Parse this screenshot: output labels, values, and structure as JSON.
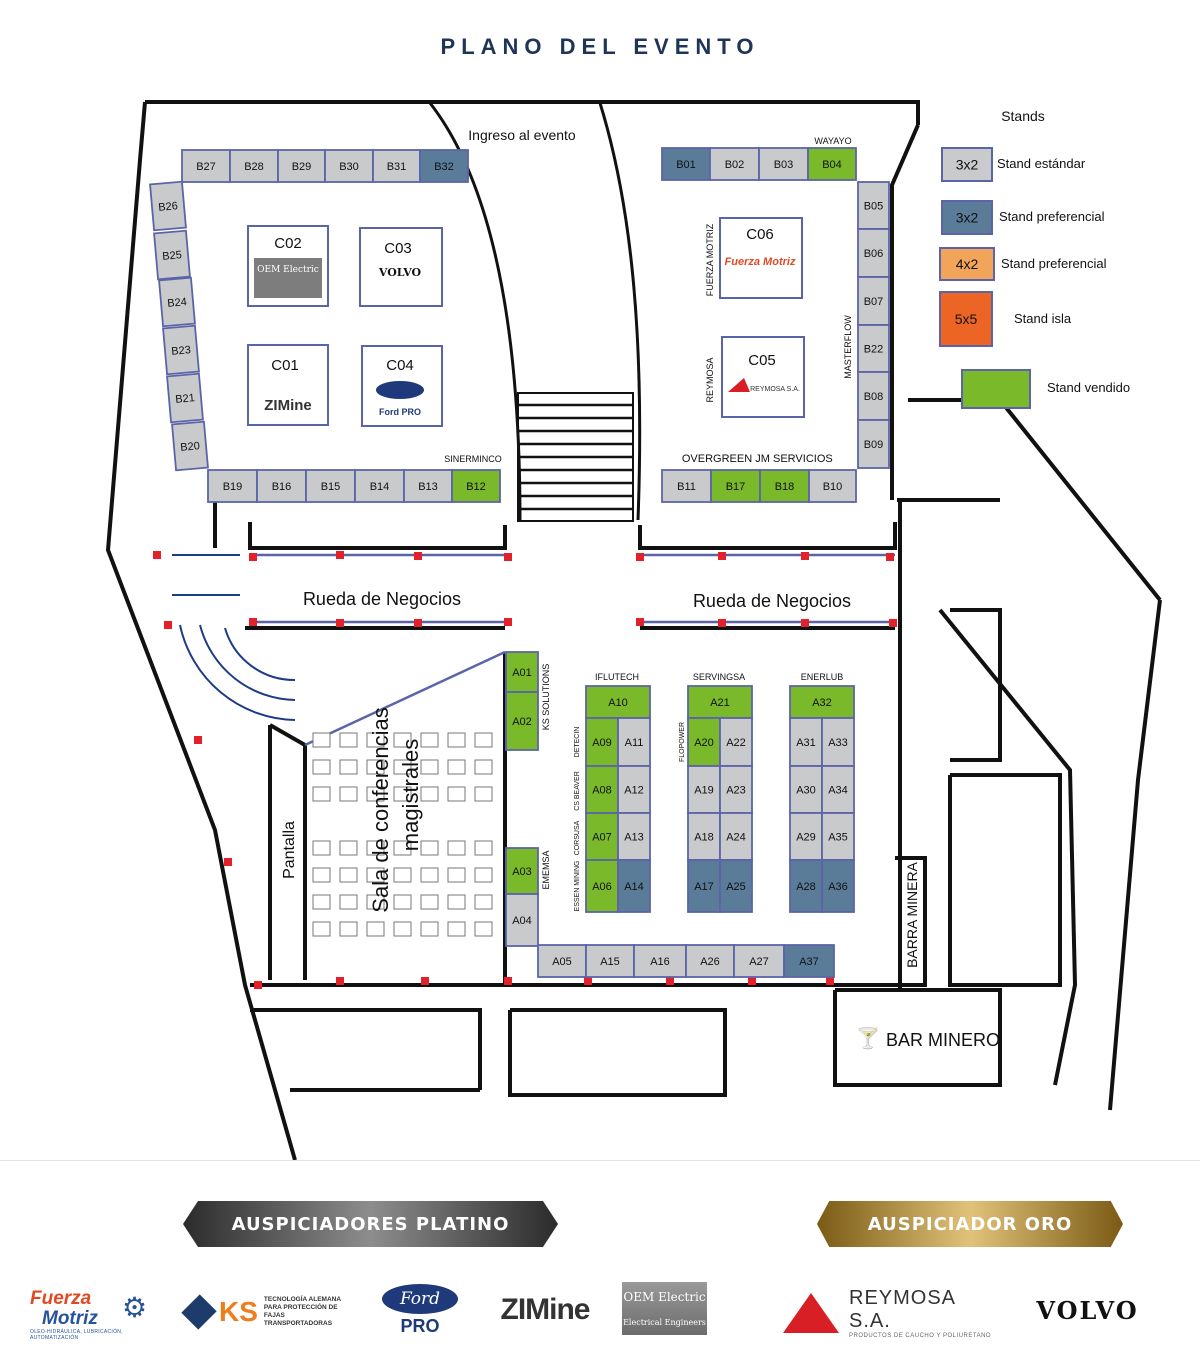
{
  "page_title": "PLANO DEL EVENTO",
  "colors": {
    "standard": "#c9cacc",
    "preferencial_blue": "#5b7c99",
    "preferencial_orange": "#f2a45a",
    "isla": "#ec6525",
    "vendido": "#7ab929",
    "stand_border": "#5c64a8",
    "wall": "#111111",
    "door_red": "#e2212a",
    "title": "#1f3558"
  },
  "labels": {
    "ingreso": "Ingreso al evento",
    "rueda_left": "Rueda de Negocios",
    "rueda_right": "Rueda de Negocios",
    "sala_line1": "Sala de conferencias",
    "sala_line2": "magistrales",
    "pantalla": "Pantalla",
    "barra_minera": "BARRA MINERA",
    "bar_minero": "BAR MINERO"
  },
  "legend": {
    "title": "Stands",
    "items": [
      {
        "code": "3x2",
        "label": "Stand estándar",
        "color": "#c9cacc"
      },
      {
        "code": "3x2",
        "label": "Stand preferencial",
        "color": "#5b7c99"
      },
      {
        "code": "4x2",
        "label": "Stand preferencial",
        "color": "#f2a45a"
      },
      {
        "code": "5x5",
        "label": "Stand isla",
        "color": "#ec6525"
      },
      {
        "code": "",
        "label": "Stand vendido",
        "color": "#7ab929"
      }
    ]
  },
  "stands": [
    {
      "id": "B27",
      "s": "std"
    },
    {
      "id": "B28",
      "s": "std"
    },
    {
      "id": "B29",
      "s": "std"
    },
    {
      "id": "B30",
      "s": "std"
    },
    {
      "id": "B31",
      "s": "std"
    },
    {
      "id": "B32",
      "s": "pref"
    },
    {
      "id": "B26",
      "s": "std"
    },
    {
      "id": "B25",
      "s": "std"
    },
    {
      "id": "B24",
      "s": "std"
    },
    {
      "id": "B23",
      "s": "std"
    },
    {
      "id": "B21",
      "s": "std"
    },
    {
      "id": "B20",
      "s": "std"
    },
    {
      "id": "B19",
      "s": "std"
    },
    {
      "id": "B16",
      "s": "std"
    },
    {
      "id": "B15",
      "s": "std"
    },
    {
      "id": "B14",
      "s": "std"
    },
    {
      "id": "B13",
      "s": "std"
    },
    {
      "id": "B12",
      "s": "sold"
    },
    {
      "id": "B01",
      "s": "pref"
    },
    {
      "id": "B02",
      "s": "std"
    },
    {
      "id": "B03",
      "s": "std"
    },
    {
      "id": "B04",
      "s": "sold"
    },
    {
      "id": "B05",
      "s": "std"
    },
    {
      "id": "B06",
      "s": "std"
    },
    {
      "id": "B07",
      "s": "std"
    },
    {
      "id": "B22",
      "s": "std"
    },
    {
      "id": "B08",
      "s": "std"
    },
    {
      "id": "B09",
      "s": "std"
    },
    {
      "id": "B11",
      "s": "std"
    },
    {
      "id": "B17",
      "s": "sold"
    },
    {
      "id": "B18",
      "s": "sold"
    },
    {
      "id": "B10",
      "s": "std"
    },
    {
      "id": "A01",
      "s": "sold"
    },
    {
      "id": "A02",
      "s": "sold"
    },
    {
      "id": "A03",
      "s": "sold"
    },
    {
      "id": "A04",
      "s": "std"
    },
    {
      "id": "A10",
      "s": "sold"
    },
    {
      "id": "A09",
      "s": "sold"
    },
    {
      "id": "A11",
      "s": "std"
    },
    {
      "id": "A08",
      "s": "sold"
    },
    {
      "id": "A12",
      "s": "std"
    },
    {
      "id": "A07",
      "s": "sold"
    },
    {
      "id": "A13",
      "s": "std"
    },
    {
      "id": "A06",
      "s": "sold"
    },
    {
      "id": "A14",
      "s": "pref"
    },
    {
      "id": "A21",
      "s": "sold"
    },
    {
      "id": "A20",
      "s": "sold"
    },
    {
      "id": "A22",
      "s": "std"
    },
    {
      "id": "A19",
      "s": "std"
    },
    {
      "id": "A23",
      "s": "std"
    },
    {
      "id": "A18",
      "s": "std"
    },
    {
      "id": "A24",
      "s": "std"
    },
    {
      "id": "A17",
      "s": "pref"
    },
    {
      "id": "A25",
      "s": "pref"
    },
    {
      "id": "A32",
      "s": "sold"
    },
    {
      "id": "A31",
      "s": "std"
    },
    {
      "id": "A33",
      "s": "std"
    },
    {
      "id": "A30",
      "s": "std"
    },
    {
      "id": "A34",
      "s": "std"
    },
    {
      "id": "A29",
      "s": "std"
    },
    {
      "id": "A35",
      "s": "std"
    },
    {
      "id": "A28",
      "s": "pref"
    },
    {
      "id": "A36",
      "s": "pref"
    },
    {
      "id": "A05",
      "s": "std"
    },
    {
      "id": "A15",
      "s": "std"
    },
    {
      "id": "A16",
      "s": "std"
    },
    {
      "id": "A26",
      "s": "std"
    },
    {
      "id": "A27",
      "s": "std"
    },
    {
      "id": "A37",
      "s": "pref"
    }
  ],
  "booths": [
    {
      "id": "C02",
      "brand": "OEM Electric"
    },
    {
      "id": "C03",
      "brand": "VOLVO"
    },
    {
      "id": "C01",
      "brand": "ZIMine"
    },
    {
      "id": "C04",
      "brand": "Ford PRO"
    },
    {
      "id": "C06",
      "brand": "Fuerza Motriz"
    },
    {
      "id": "C05",
      "brand": "REYMOSA S.A."
    }
  ],
  "company_labels": {
    "wayayo": "WAYAYO",
    "sinerminco": "SINERMINCO",
    "overgreen": "OVERGREEN",
    "jm_servicios": "JM SERVICIOS",
    "fuerza_motriz": "FUERZA MOTRIZ",
    "reymosa": "REYMOSA",
    "masterflow": "MASTERFLOW",
    "ks_solutions": "KS SOLUTIONS",
    "ememsa": "EMEMSA",
    "iflutech": "IFLUTECH",
    "servingsa": "SERVINGSA",
    "enerlub": "ENERLUB",
    "detecin": "DETECIN",
    "cs_beaver": "CS BEAVER",
    "corsusa": "CORSUSA",
    "essen_mining": "ESSEN MINING",
    "flopower": "FLOPOWER"
  },
  "sponsors": {
    "platino_title": "AUSPICIADORES PLATINO",
    "oro_title": "AUSPICIADOR ORO",
    "fuerza": {
      "l1": "Fuerza",
      "l2": "Motriz",
      "l3": "OLEO-HIDRÁULICA, LUBRICACIÓN, AUTOMATIZACIÓN"
    },
    "ks": {
      "name": "KS",
      "tagline": "TECNOLOGÍA ALEMANA PARA PROTECCIÓN DE FAJAS TRANSPORTADORAS"
    },
    "ford": {
      "oval": "Ford",
      "pro": "PRO"
    },
    "zimine": {
      "text": "ZIMine"
    },
    "oem": {
      "a": "OEM Electric",
      "b": "Electrical Engineers"
    },
    "reymosa": {
      "name": "REYMOSA S.A.",
      "tagline": "PRODUCTOS DE CAUCHO Y POLIURETANO"
    },
    "volvo": {
      "text": "VOLVO"
    }
  }
}
